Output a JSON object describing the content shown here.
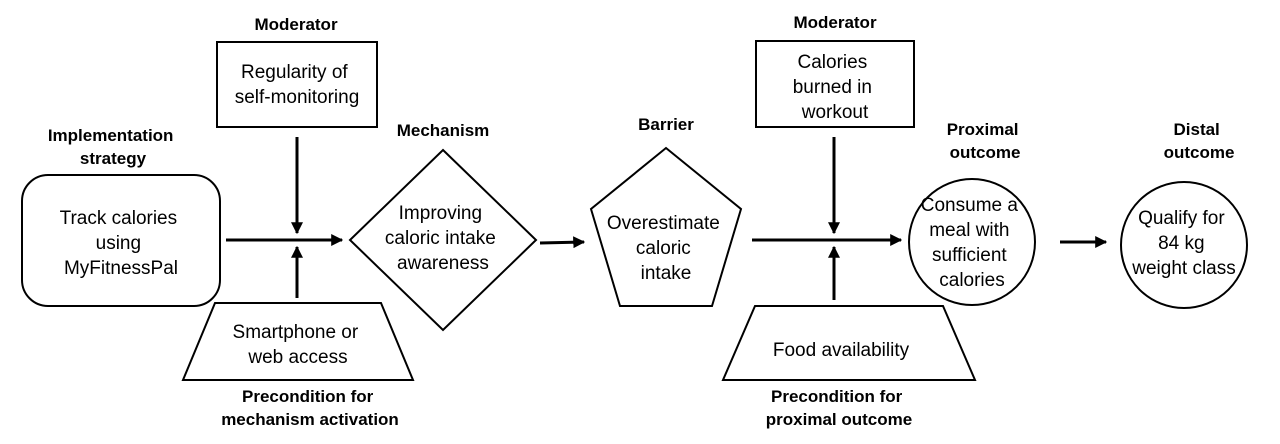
{
  "colors": {
    "stroke": "#000000",
    "fill": "#ffffff",
    "text": "#000000"
  },
  "nodes": {
    "implementation": {
      "heading": [
        "Implementation",
        "strategy"
      ],
      "body": [
        "Track calories",
        "using",
        "MyFitnessPal"
      ]
    },
    "moderator1": {
      "heading": [
        "Moderator"
      ],
      "body": [
        "Regularity of",
        "self-monitoring"
      ]
    },
    "precondition1": {
      "heading": [
        "Precondition for",
        "mechanism activation"
      ],
      "body": [
        "Smartphone or",
        "web access"
      ]
    },
    "mechanism": {
      "heading": [
        "Mechanism"
      ],
      "body": [
        "Improving",
        "caloric intake",
        "awareness"
      ]
    },
    "barrier": {
      "heading": [
        "Barrier"
      ],
      "body": [
        "Overestimate",
        "caloric",
        "intake"
      ]
    },
    "moderator2": {
      "heading": [
        "Moderator"
      ],
      "body": [
        "Calories",
        "burned in",
        "workout"
      ]
    },
    "precondition2": {
      "heading": [
        "Precondition for",
        "proximal outcome"
      ],
      "body": [
        "Food availability"
      ]
    },
    "proximal": {
      "heading": [
        "Proximal",
        "outcome"
      ],
      "body": [
        "Consume a",
        "meal with",
        "sufficient",
        "calories"
      ]
    },
    "distal": {
      "heading": [
        "Distal",
        "outcome"
      ],
      "body": [
        "Qualify for",
        "84 kg",
        "weight class"
      ]
    }
  }
}
